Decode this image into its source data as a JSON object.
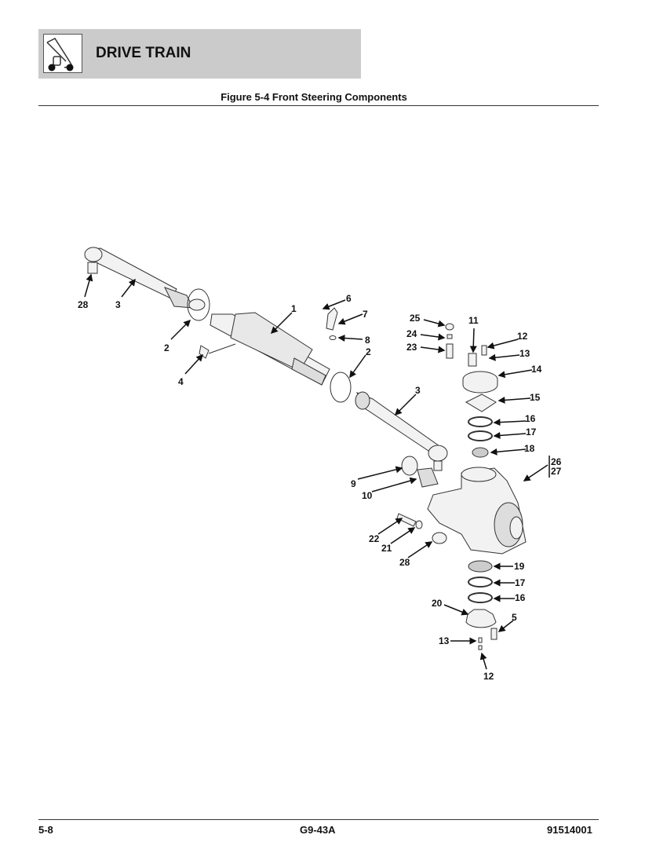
{
  "header": {
    "section_title": "DRIVE TRAIN",
    "logo_icon": "telehandler-icon"
  },
  "figure": {
    "caption": "Figure 5-4 Front Steering Components",
    "callouts": [
      "28",
      "3",
      "2",
      "4",
      "1",
      "6",
      "7",
      "8",
      "2",
      "3",
      "25",
      "24",
      "23",
      "11",
      "12",
      "13",
      "14",
      "15",
      "16",
      "17",
      "18",
      "26",
      "27",
      "9",
      "10",
      "22",
      "21",
      "28",
      "19",
      "17",
      "16",
      "20",
      "5",
      "13",
      "12"
    ]
  },
  "footer": {
    "page": "5-8",
    "model": "G9-43A",
    "doc_number": "91514001"
  }
}
